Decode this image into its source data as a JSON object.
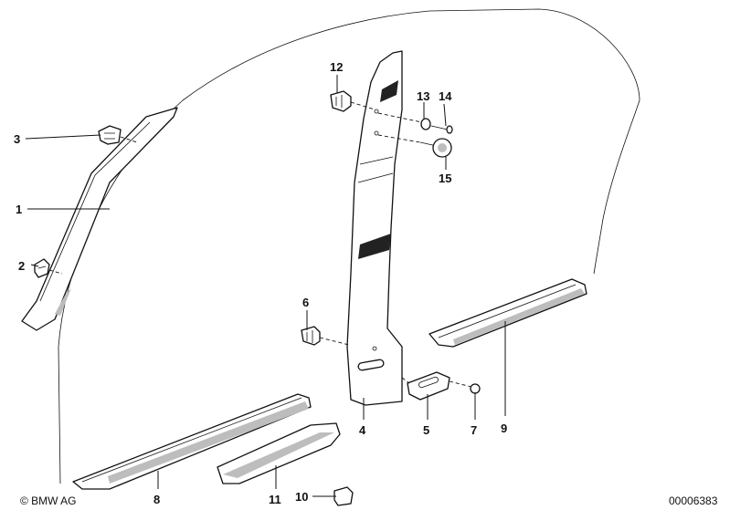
{
  "callouts": {
    "p1": "1",
    "p2": "2",
    "p3": "3",
    "p4": "4",
    "p5": "5",
    "p6": "6",
    "p7": "7",
    "p8": "8",
    "p9": "9",
    "p10": "10",
    "p11": "11",
    "p12": "12",
    "p13": "13",
    "p14": "14",
    "p15": "15"
  },
  "footer": {
    "copyright": "© BMW AG",
    "diagram_number": "00006383"
  }
}
